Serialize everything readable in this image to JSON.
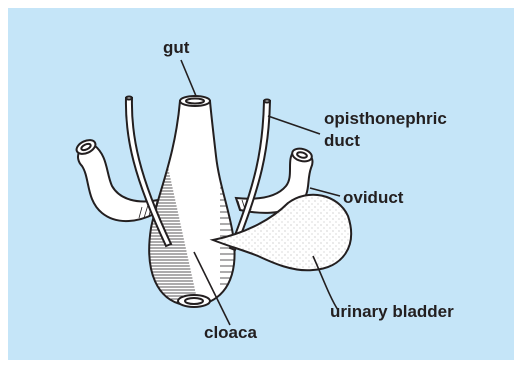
{
  "labels": {
    "gut": "gut",
    "duct_line1": "opisthonephric",
    "duct_line2": "duct",
    "oviduct": "oviduct",
    "bladder": "urinary bladder",
    "cloaca": "cloaca"
  },
  "colors": {
    "background": "#c5e5f8",
    "ink": "#231f20",
    "fill": "#ffffff"
  }
}
